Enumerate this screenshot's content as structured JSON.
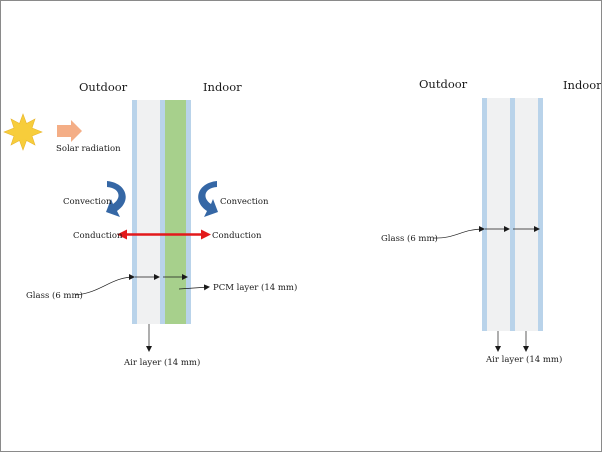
{
  "left_panel": {
    "outdoor_label": "Outdoor",
    "indoor_label": "Indoor",
    "solar_label": "Solar radiation",
    "convection_left_label": "Convection",
    "convection_right_label": "Convection",
    "conduction_left_label": "Conduction",
    "conduction_right_label": "Conduction",
    "glass_label": "Glass (6 mm)",
    "pcm_label": "PCM layer (14 mm)",
    "air_label": "Air layer (14 mm)"
  },
  "right_panel": {
    "outdoor_label": "Outdoor",
    "indoor_label": "Indoor",
    "glass_label": "Glass (6 mm)",
    "air_label": "Air layer (14 mm)"
  },
  "colors": {
    "glass": "#b9d3ea",
    "air": "#f0f1f2",
    "pcm": "#a7d08c",
    "sun": "#f7cd3b",
    "solar_arrow": "#f4ae86",
    "convection": "#3567a5",
    "conduction": "#e3191b"
  },
  "icons": [
    "sun-icon",
    "solar-radiation-arrow-icon",
    "convection-arrow-icon",
    "conduction-arrow-icon"
  ]
}
